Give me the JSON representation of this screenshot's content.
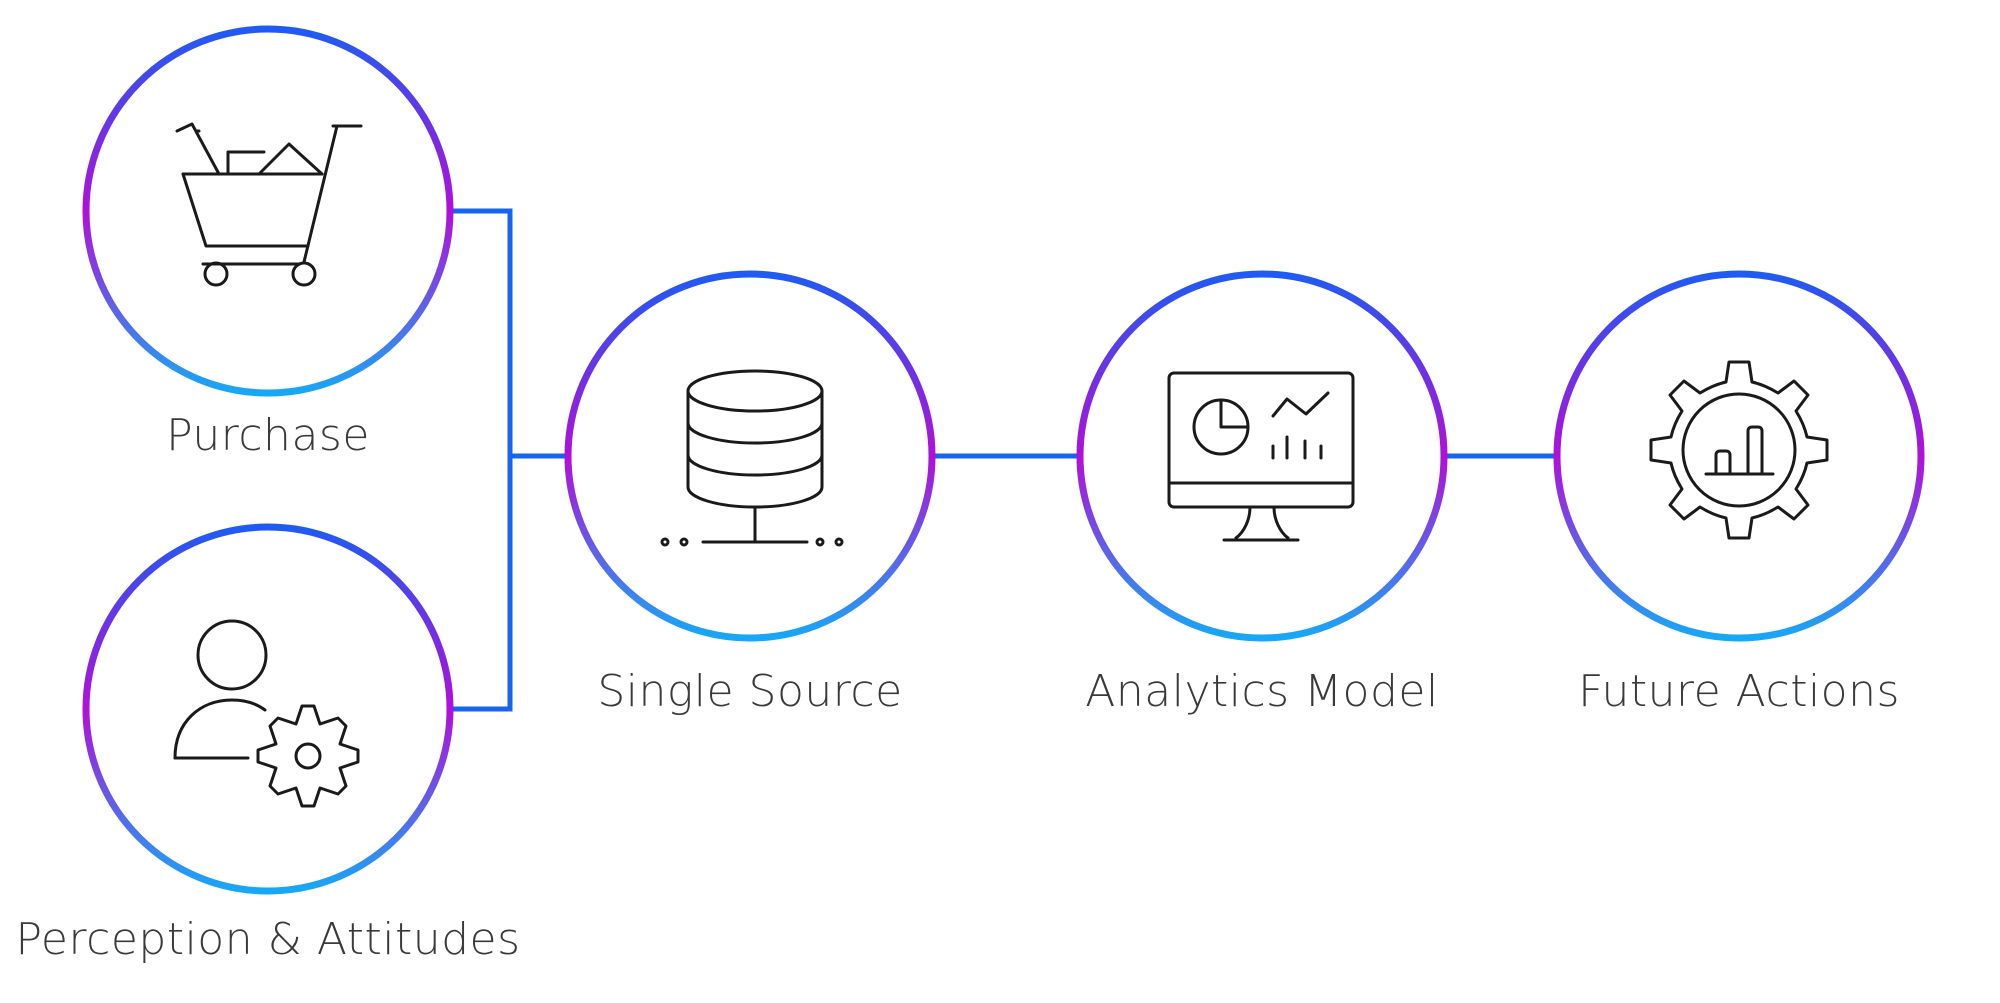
{
  "nodes": {
    "purchase": {
      "label": "Purchase",
      "icon": "shopping-cart-icon"
    },
    "perception": {
      "label": "Perception & Attitudes",
      "icon": "user-gear-icon"
    },
    "single_source": {
      "label": "Single Source",
      "icon": "database-icon"
    },
    "analytics_model": {
      "label": "Analytics Model",
      "icon": "monitor-chart-icon"
    },
    "future_actions": {
      "label": "Future Actions",
      "icon": "gear-chart-icon"
    }
  },
  "colors": {
    "connector": "#1565f0",
    "ring_top": "#1f5bf2",
    "ring_side": "#b010d8",
    "ring_bottom": "#17a8f5",
    "icon": "#1a1a1a",
    "label": "#3a3a3a"
  }
}
